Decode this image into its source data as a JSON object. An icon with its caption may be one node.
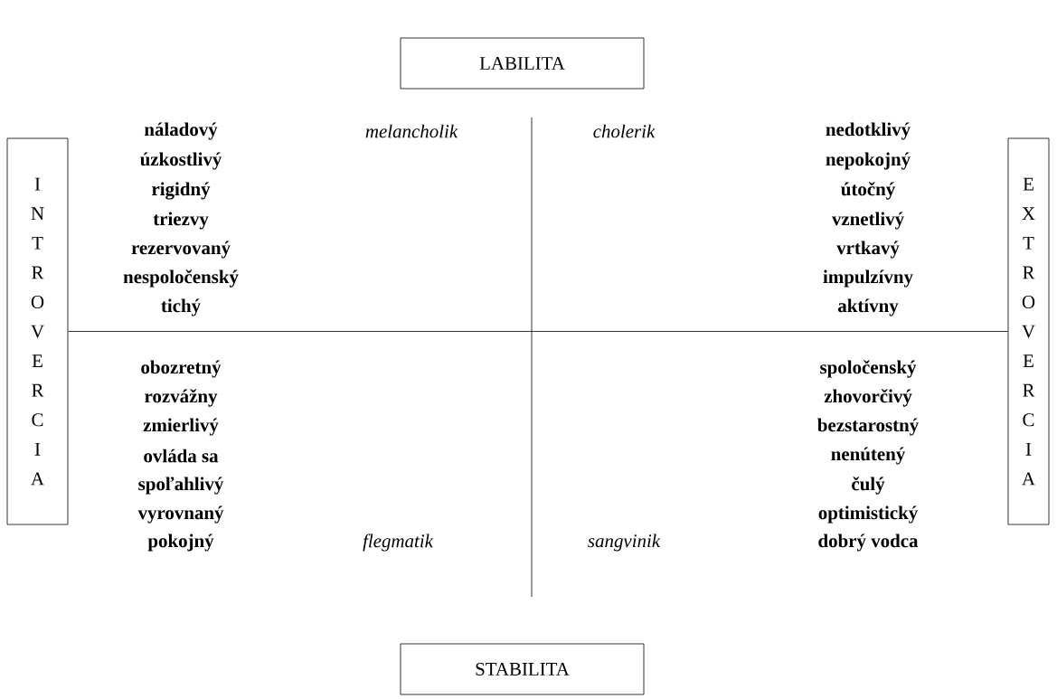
{
  "diagram": {
    "nodes": [
      {
        "text": [
          "LABILITA"
        ]
      },
      {
        "text": [
          "INTROVERCIA"
        ]
      },
      {
        "text": [
          "EXTROVERCIA"
        ]
      },
      {
        "text": [
          "STABILITA"
        ]
      }
    ],
    "edges": [
      {
        "from": 1,
        "to": 2,
        "arrow": "none"
      }
    ],
    "labels": [
      "náladový",
      "melancholik",
      "cholerik",
      "nedotklivý",
      "úzkostlivý",
      "nepokojný",
      "rigidný",
      "útočný",
      "triezvy",
      "vznetlivý",
      "rezervovaný",
      "vrtkavý",
      "nespoločenský",
      "impulzívny",
      "tichý",
      "aktívny",
      "obozretný",
      "spoločenský",
      "rozvážny",
      "zhovorčivý",
      "zmierlivý",
      "bezstarostný",
      "ovláda sa",
      "nenútený",
      "spoľahlivý",
      "čulý",
      "vyrovnaný",
      "optimistický",
      "pokojný",
      "flegmatik",
      "sangvinik",
      "dobrý vodca"
    ]
  }
}
